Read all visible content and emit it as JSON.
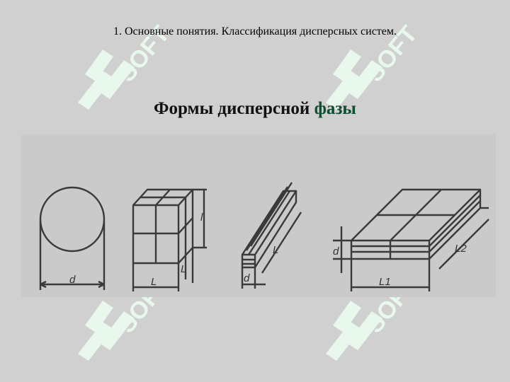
{
  "header": {
    "subtitle": "1. Основные понятия. Классификация дисперсных систем."
  },
  "main": {
    "title_part1": "Формы дисперсной ",
    "title_part2": "фазы"
  },
  "figure": {
    "sphere": {
      "d_label": "d"
    },
    "cube": {
      "l_side_label": "l",
      "l_bottom_label": "L",
      "l_right_label": "L"
    },
    "rod": {
      "l_label": "L",
      "d_label": "d"
    },
    "plate": {
      "d_label": "d",
      "l1_label": "L1",
      "l2_label": "L2"
    }
  },
  "watermark": {
    "text": "SOFT"
  },
  "colors": {
    "background": "#d0d0d0",
    "watermark": "#e9f8ec",
    "accent": "#0d4f2e",
    "line": "#3a3a3a"
  }
}
